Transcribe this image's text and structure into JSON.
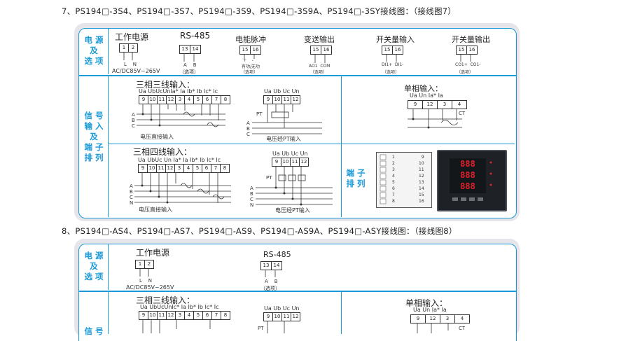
{
  "section7": {
    "heading": "7、PS194□-3S4、PS194□-3S7、PS194□-3S9、PS194□-3S9A、PS194□-3SY接线图：（接线图7）",
    "power_options_label": "电\n源\n及\n选\n项",
    "signal_label": "信\n号\n输\n入\n及\n端\n子\n排\n列",
    "terminal_label": "端\n子\n排\n列",
    "power": {
      "title": "工作电源",
      "terms": [
        "1",
        "2"
      ],
      "sub": "L    N",
      "range": "AC/DC85V~265V"
    },
    "rs485": {
      "title": "RS-485",
      "terms": [
        "13",
        "14"
      ],
      "sub": "A    B",
      "note": "（选项）"
    },
    "pulse": {
      "title": "电能脉冲",
      "terms": [
        "15",
        "16"
      ],
      "sub": "+    -",
      "sub2": "有功/无功",
      "note": "（选项）"
    },
    "transmit": {
      "title": "变送输出",
      "terms": [
        "15",
        "16"
      ],
      "sub": "AO1  COM",
      "note": "（选项）"
    },
    "switch_in": {
      "title": "开关量输入",
      "terms": [
        "15",
        "16"
      ],
      "sub": "DI1+  DI1-",
      "note": "（选项）"
    },
    "switch_out": {
      "title": "开关量输出",
      "terms": [
        "15",
        "16"
      ],
      "sub": "CO1+  CO1-",
      "note": "（选项）"
    },
    "three_phase_three_wire": {
      "title": "三相三线输入：",
      "header": "Ua UbUcUnIa* Ia Ib* Ib Ic* Ic",
      "terms": [
        "9",
        "10",
        "11",
        "12",
        "3",
        "4",
        "5",
        "6",
        "7",
        "8"
      ],
      "abc": [
        "A",
        "B",
        "C"
      ],
      "caption": "电压直接输入"
    },
    "three_wire_pt": {
      "header": "Ua  Ub  Uc  Un",
      "terms": [
        "9",
        "10",
        "11",
        "12"
      ],
      "pt": "PT",
      "abc": [
        "A",
        "B",
        "C"
      ],
      "caption": "电压经PT输入"
    },
    "single_phase": {
      "title": "单相输入：",
      "header": "Ua  Un     Ia*  Ia",
      "terms": [
        "9",
        "12",
        "3",
        "4"
      ],
      "ct": "CT"
    },
    "three_phase_four_wire": {
      "title": "三相四线输入：",
      "header": "Ua UbUc Un Ia* Ia Ib* Ib Ic* Ic",
      "terms": [
        "9",
        "10",
        "11",
        "12",
        "3",
        "4",
        "5",
        "6",
        "7",
        "8"
      ],
      "abcn": [
        "A",
        "B",
        "C",
        "N"
      ],
      "caption": "电压直接输入"
    },
    "four_wire_pt": {
      "header": "Ua  Ub  Uc  Un",
      "terms": [
        "9",
        "10",
        "11",
        "12"
      ],
      "pt": "PT",
      "abcn": [
        "A",
        "B",
        "C",
        "N"
      ],
      "caption": "电压经PT输入"
    },
    "terminal_numbers_left": [
      "1",
      "2",
      "3",
      "4",
      "5",
      "6",
      "7",
      "8"
    ],
    "terminal_numbers_right": [
      "9",
      "10",
      "11",
      "12",
      "13",
      "14",
      "15",
      "16"
    ]
  },
  "section8": {
    "heading": "8、PS194□-AS4、PS194□-AS7、PS194□-AS9、PS194□-AS9A、PS194□-ASY接线图：（接线图8）",
    "power_options_label": "电\n源\n及\n选\n项",
    "signal_label": "信\n号",
    "power": {
      "title": "工作电源",
      "terms": [
        "1",
        "2"
      ],
      "sub": "L    N",
      "range": "AC/DC85V~265V"
    },
    "rs485": {
      "title": "RS-485",
      "terms": [
        "13",
        "14"
      ],
      "sub": "A    B",
      "note": "（选项）"
    },
    "three_phase_three_wire": {
      "title": "三相三线输入：",
      "header": "Ua UbUcUnIc* Ia Ib* Ib Ic* Ic",
      "terms": [
        "9",
        "10",
        "11",
        "12",
        "3",
        "4",
        "5",
        "6",
        "7",
        "8"
      ]
    },
    "three_wire_pt": {
      "header": "Ua  Ub  Uc  Un",
      "terms": [
        "9",
        "10",
        "11",
        "12"
      ],
      "pt": "PT"
    },
    "single_phase": {
      "title": "单相输入：",
      "header": "Ua  Un     Ia*  Ia",
      "terms": [
        "9",
        "12",
        "3",
        "4"
      ],
      "ct": "CT"
    }
  },
  "meter_display": {
    "rows": [
      "888",
      "888",
      "888"
    ]
  },
  "colors": {
    "accent": "#1a9ad6",
    "panel": "#e6e6ea",
    "led": "#e0202a"
  }
}
